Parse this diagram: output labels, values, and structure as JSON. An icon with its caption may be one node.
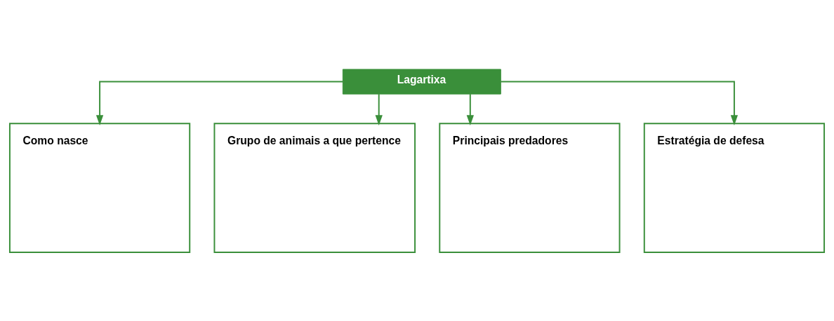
{
  "diagram": {
    "nodes": [
      {
        "text": [
          "Lagartixa"
        ]
      },
      {
        "text": [
          "Como nasce"
        ]
      },
      {
        "text": [
          "Grupo de animais a que pertence"
        ]
      },
      {
        "text": [
          "Principais predadores"
        ]
      },
      {
        "text": [
          "Estratégia de defesa"
        ]
      }
    ],
    "edges": [
      {
        "from": 0,
        "to": 1,
        "arrow": "to"
      },
      {
        "from": 0,
        "to": 2,
        "arrow": "to"
      },
      {
        "from": 0,
        "to": 3,
        "arrow": "to"
      },
      {
        "from": 0,
        "to": 4,
        "arrow": "to"
      }
    ]
  }
}
